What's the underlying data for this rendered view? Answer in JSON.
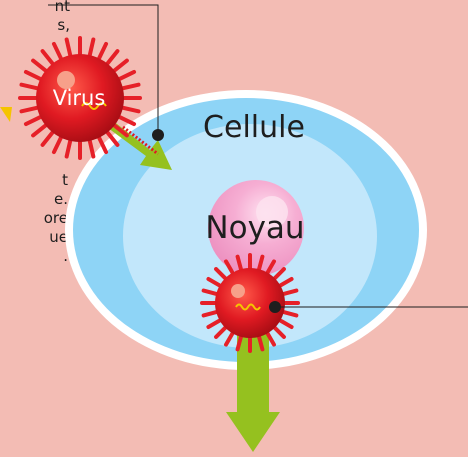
{
  "labels": {
    "virus": "Virus",
    "cell": "Cellule",
    "nucleus": "Noyau"
  },
  "text_fragments": {
    "top_left_line1": "nt",
    "top_left_line2": "s,",
    "mid_left_line1": "t",
    "mid_left_line2": "e.",
    "mid_left_line3": "ore",
    "mid_left_line4": "ue",
    "mid_left_line5": "."
  },
  "colors": {
    "background": "#f3bcb4",
    "cell_outer": "#85cff4",
    "cell_inner": "#bfe6fb",
    "nucleus": "#f6a9cf",
    "virus": "#e01a22",
    "virus_spikes": "#e62028",
    "arrow": "#95c11f",
    "genetic_material": "#f5c400",
    "leader_line": "#1e1e1e"
  },
  "icons": [
    "virus-icon",
    "virus-inside-cell-icon",
    "arrow-icon"
  ]
}
